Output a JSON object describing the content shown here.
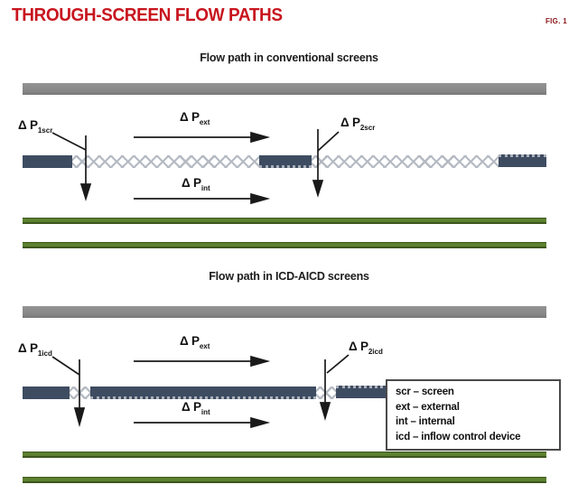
{
  "header": {
    "title": "THROUGH-SCREEN FLOW PATHS",
    "fig_label": "FIG. 1"
  },
  "colors": {
    "accent_red": "#c8151e",
    "bar_gray": "#8a8a8a",
    "screen_dark": "#3e4c61",
    "mesh_gray": "#b5bac3",
    "green": "#5d8030"
  },
  "figure1": {
    "subtitle": "Flow path in conventional screens",
    "labels": {
      "dp1": {
        "main": "Δ P",
        "sub": "1scr"
      },
      "dp_ext": {
        "main": "Δ P",
        "sub": "ext"
      },
      "dp2": {
        "main": "Δ P",
        "sub": "2scr"
      },
      "dp_int": {
        "main": "Δ P",
        "sub": "int"
      }
    }
  },
  "figure2": {
    "subtitle": "Flow path in ICD-AICD screens",
    "labels": {
      "dp1": {
        "main": "Δ P",
        "sub": "1icd"
      },
      "dp_ext": {
        "main": "Δ P",
        "sub": "ext"
      },
      "dp2": {
        "main": "Δ P",
        "sub": "2icd"
      },
      "dp_int": {
        "main": "Δ P",
        "sub": "int"
      }
    }
  },
  "legend": {
    "items": [
      "scr – screen",
      "ext – external",
      "int – internal",
      "icd – inflow control device"
    ]
  }
}
